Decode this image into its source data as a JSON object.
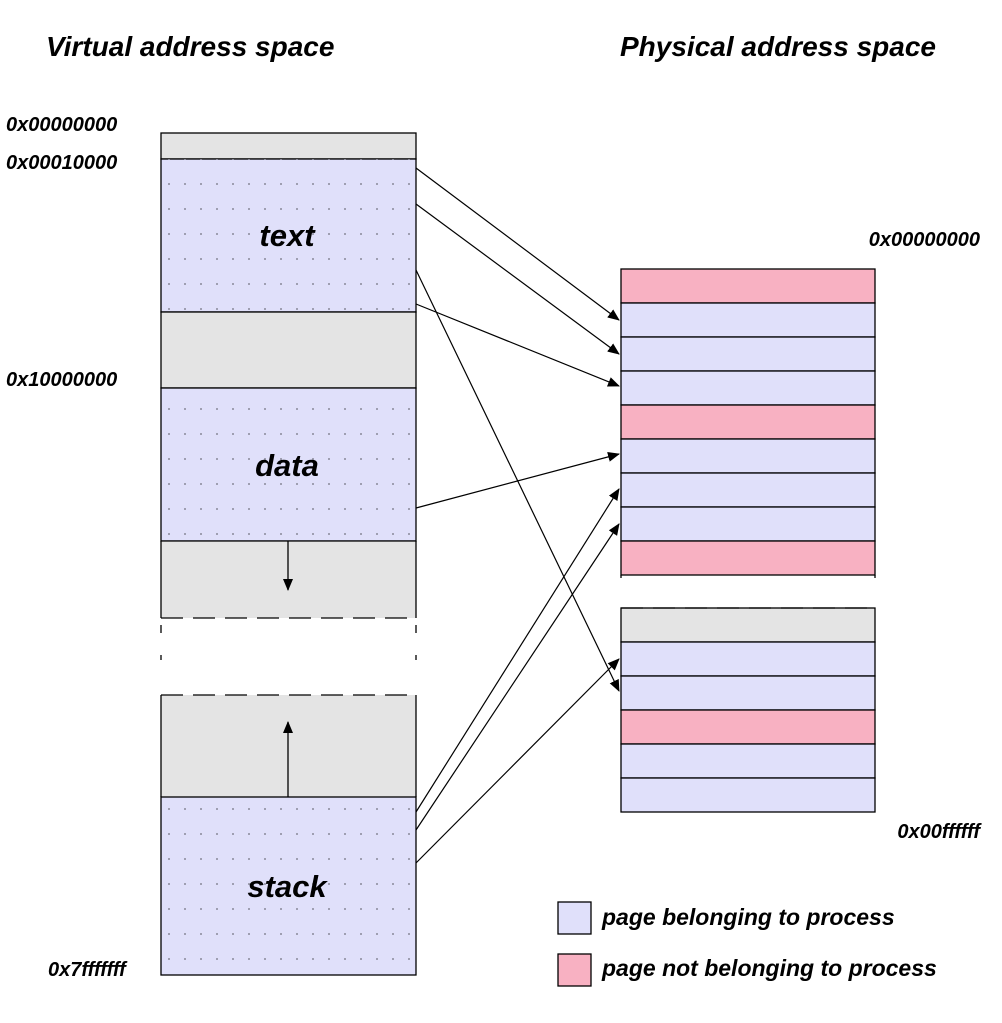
{
  "titles": {
    "virtual": "Virtual address space",
    "physical": "Physical address space"
  },
  "virtual_addresses": {
    "a0": "0x00000000",
    "a1": "0x00010000",
    "a2": "0x10000000",
    "a3": "0x7fffffff"
  },
  "physical_addresses": {
    "start": "0x00000000",
    "end": "0x00ffffff"
  },
  "segments": {
    "text": "text",
    "data": "data",
    "stack": "stack"
  },
  "legend": {
    "belonging": "page belonging to process",
    "not_belonging": "page not belonging to process"
  },
  "colors": {
    "belonging": "#e0e0fa",
    "not_belonging": "#f8b1c2",
    "unused": "#e4e4e4",
    "line": "#000000"
  },
  "physical_pages_top": [
    "not_belonging",
    "belonging",
    "belonging",
    "belonging",
    "not_belonging",
    "belonging",
    "belonging",
    "belonging",
    "not_belonging"
  ],
  "physical_pages_bottom": [
    "unused",
    "belonging",
    "belonging",
    "not_belonging",
    "belonging",
    "belonging"
  ]
}
